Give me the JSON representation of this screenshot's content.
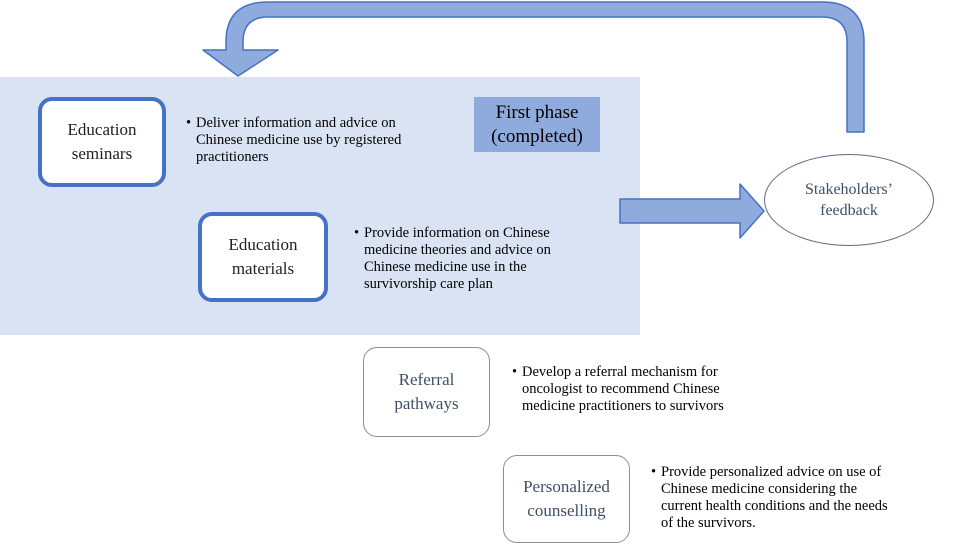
{
  "phase_label": {
    "line1": "First phase",
    "line2": "(completed)"
  },
  "stakeholders": {
    "line1": "Stakeholders’",
    "line2": "feedback"
  },
  "components": [
    {
      "title_line1": "Education",
      "title_line2": "seminars",
      "bullet": "•",
      "desc_lines": [
        "Deliver  information and advice on",
        "Chinese medicine use by registered",
        "practitioners"
      ]
    },
    {
      "title_line1": "Education",
      "title_line2": "materials",
      "bullet": "•",
      "desc_lines": [
        "Provide information  on Chinese",
        "medicine theories and advice on",
        "Chinese medicine use in the",
        "survivorship care plan"
      ]
    },
    {
      "title_line1": "Referral",
      "title_line2": "pathways",
      "bullet": "•",
      "desc_lines": [
        "Develop a referral mechanism  for",
        "oncologist to recommend Chinese",
        "medicine practitioners to survivors"
      ]
    },
    {
      "title_line1": "Personalized",
      "title_line2": "counselling",
      "bullet": "•",
      "desc_lines": [
        "Provide personalized advice on use of",
        "Chinese medicine considering the",
        "current health  conditions and the needs",
        "of the survivors."
      ]
    }
  ],
  "colors": {
    "panel": "#dae3f3",
    "arrow": "#8faadc",
    "arrow_border": "#4472c4",
    "box_border": "#4472c4"
  }
}
